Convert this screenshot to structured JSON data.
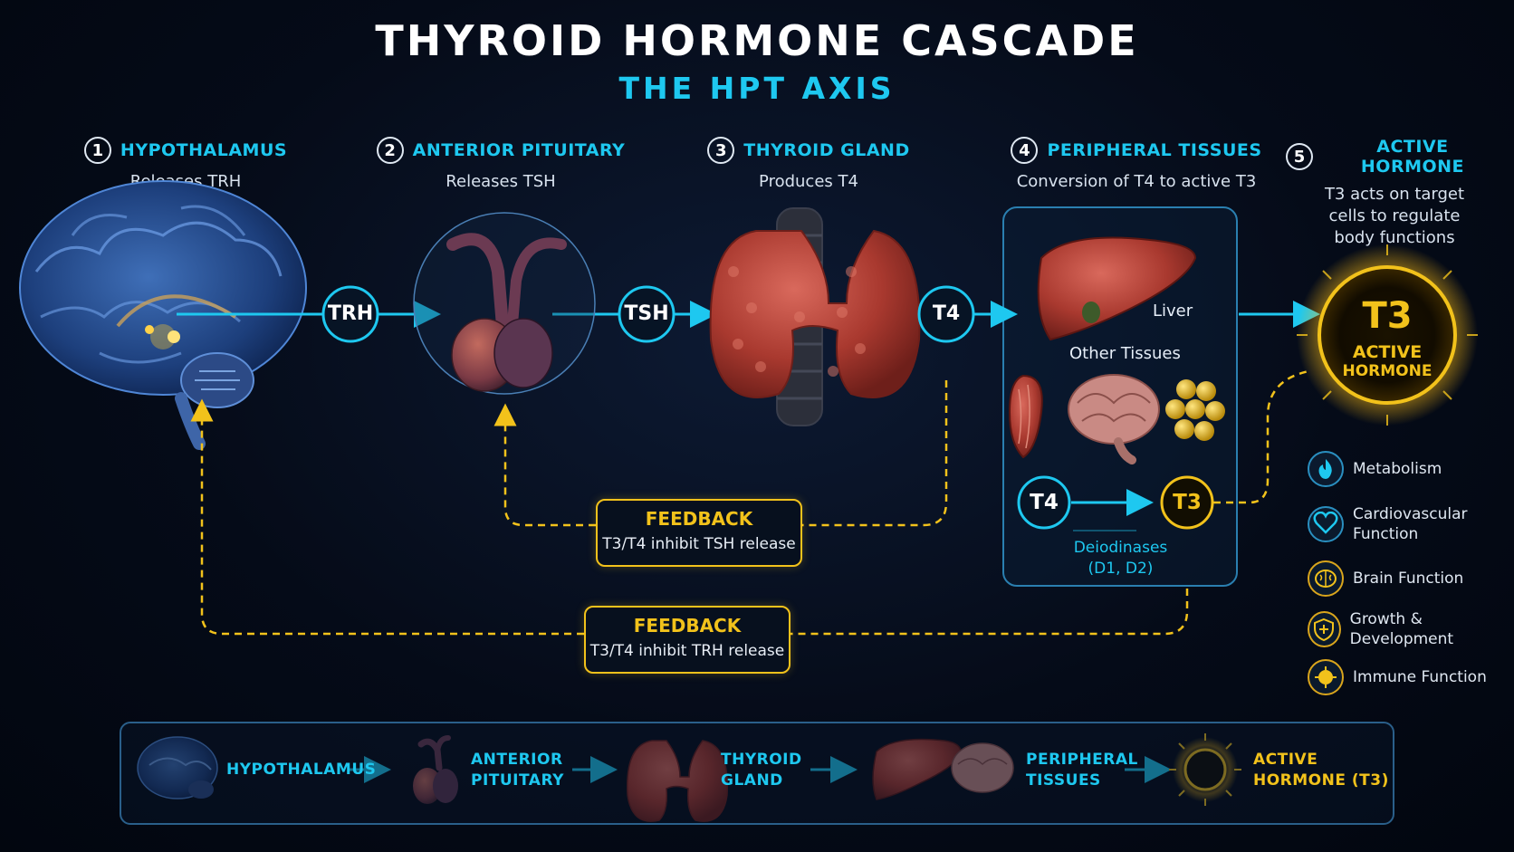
{
  "title": "THYROID HORMONE CASCADE",
  "subtitle": "THE HPT AXIS",
  "steps": [
    {
      "num": "1",
      "name": "HYPOTHALAMUS",
      "desc": "Releases TRH"
    },
    {
      "num": "2",
      "name": "ANTERIOR PITUITARY",
      "desc": "Releases TSH"
    },
    {
      "num": "3",
      "name": "THYROID GLAND",
      "desc": "Produces T4"
    },
    {
      "num": "4",
      "name": "PERIPHERAL TISSUES",
      "desc": "Conversion of T4 to active T3"
    },
    {
      "num": "5",
      "name": "ACTIVE HORMONE",
      "desc_lines": [
        "T3 acts on target",
        "cells to regulate",
        "body functions"
      ]
    }
  ],
  "hormones": {
    "trh": "TRH",
    "tsh": "TSH",
    "t4": "T4"
  },
  "peripheral": {
    "liver": "Liver",
    "other": "Other Tissues",
    "t4": "T4",
    "t3": "T3",
    "deiodinases": [
      "Deiodinases",
      "(D1, D2)"
    ]
  },
  "active": {
    "t3": "T3",
    "line1": "ACTIVE",
    "line2": "HORMONE"
  },
  "feedback": [
    {
      "title": "FEEDBACK",
      "desc": "T3/T4 inhibit TSH release"
    },
    {
      "title": "FEEDBACK",
      "desc": "T3/T4 inhibit TRH release"
    }
  ],
  "functions": [
    {
      "label_lines": [
        "Metabolism"
      ],
      "icon": "flame-icon"
    },
    {
      "label_lines": [
        "Cardiovascular",
        "Function"
      ],
      "icon": "heart-icon"
    },
    {
      "label_lines": [
        "Brain Function"
      ],
      "icon": "brain-icon"
    },
    {
      "label_lines": [
        "Growth & Development"
      ],
      "icon": "shield-plus-icon"
    },
    {
      "label_lines": [
        "Immune Function"
      ],
      "icon": "immune-icon"
    }
  ],
  "bottom": [
    {
      "lines": [
        "HYPOTHALAMUS"
      ]
    },
    {
      "lines": [
        "ANTERIOR",
        "PITUITARY"
      ]
    },
    {
      "lines": [
        "THYROID",
        "GLAND"
      ]
    },
    {
      "lines": [
        "PERIPHERAL",
        "TISSUES"
      ]
    },
    {
      "lines": [
        "ACTIVE",
        "HORMONE (T3)"
      ]
    }
  ],
  "colors": {
    "cyan": "#1ec8f0",
    "gold": "#f2c21b",
    "tissue": "#b4453a",
    "bg": "#050b18"
  }
}
